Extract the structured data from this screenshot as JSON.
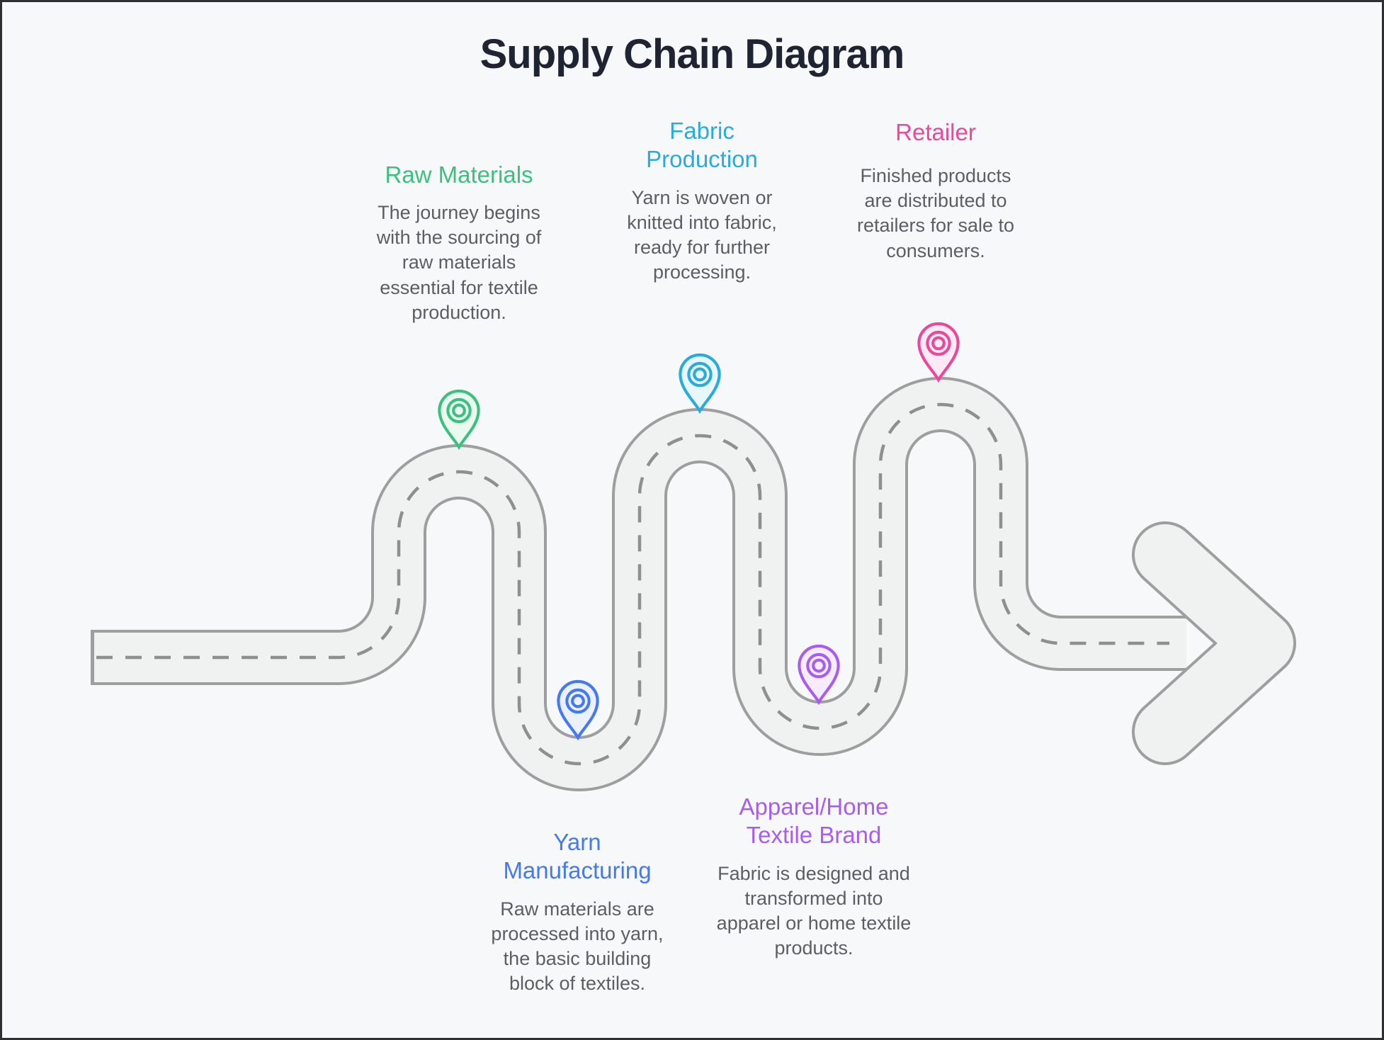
{
  "title": "Supply Chain Diagram",
  "colors": {
    "background": "#f7f8fa",
    "title_text": "#1f2433",
    "body_text": "#5b5e66",
    "road_surface": "#f0f1f1",
    "road_casing": "#9e9e9e",
    "road_centerline": "#8f8f8f"
  },
  "stages": [
    {
      "name": "Raw Materials",
      "description": "The journey begins with the sourcing of raw materials essential for textile production.",
      "color": "#3bc17e",
      "tint": "#eafaf1"
    },
    {
      "name": "Yarn Manufacturing",
      "description": "Raw materials are processed into yarn, the basic building block of textiles.",
      "color": "#4479f0",
      "tint": "#eaf1fd"
    },
    {
      "name": "Fabric Production",
      "description": "Yarn is woven or knitted into fabric, ready for further processing.",
      "color": "#2aabdc",
      "tint": "#e8f7fb"
    },
    {
      "name": "Apparel/Home Textile Brand",
      "description": "Fabric is designed and transformed into apparel or home textile products.",
      "color": "#a95def",
      "tint": "#f5ecfd"
    },
    {
      "name": "Retailer",
      "description": "Finished products are distributed to retailers for sale to consumers.",
      "color": "#e8499b",
      "tint": "#fdeaf4"
    }
  ]
}
